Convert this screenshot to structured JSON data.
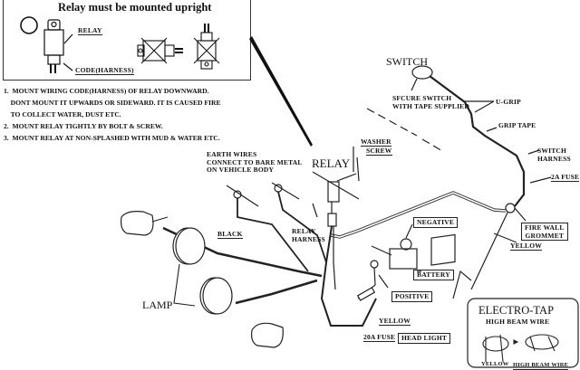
{
  "inset": {
    "title": "Relay must be mounted upright",
    "ok_symbol": "circle-ok-icon",
    "labels": {
      "relay": "RELAY",
      "code": "CODE(HARNESS)"
    }
  },
  "instructions": [
    {
      "num": "1.",
      "lines": [
        "MOUNT WIRING CODE(HARNESS) OF RELAY DOWNWARD.",
        "DONT MOUNT IT UPWARDS OR SIDEWARD. IT IS CAUSED FIRE",
        "TO COLLECT WATER, DUST ETC."
      ]
    },
    {
      "num": "2.",
      "lines": [
        "MOUNT RELAY TIGHTLY BY BOLT & SCREW."
      ]
    },
    {
      "num": "3.",
      "lines": [
        "MOUNT RELAY AT NON-SPLASHED WITH MUD & WATER ETC."
      ]
    }
  ],
  "diagram": {
    "switch": "SWITCH",
    "secure_switch": [
      "SFCURE SWITCH",
      "WITH TAPE SUPPLIED"
    ],
    "u_grip": "U-GRIP",
    "grip_tape": "GRIP TAPE",
    "switch_harness": [
      "SWITCH",
      "HARNESS"
    ],
    "fuse_2a": "2A FUSE",
    "fire_wall": [
      "FIRE WALL",
      "GROMMET"
    ],
    "yellow_right": "YELLOW",
    "washer": "WASHER",
    "screw": "SCREW",
    "relay": "RELAY",
    "earth_wires": [
      "EARTH WIRES",
      "CONNECT TO BARE METAL",
      "ON VEHICLE BODY"
    ],
    "black": "BLACK",
    "relay_harness": [
      "RELAY",
      "HARNESS"
    ],
    "negative": "NEGATIVE",
    "battery": "BATTERY",
    "positive": "POSITIVE",
    "yellow_bottom": "YELLOW",
    "fuse_20a": "20A FUSE",
    "head_light": "HEAD LIGHT",
    "lamp": "LAMP",
    "electro_tap": {
      "title": "ELECTRO-TAP",
      "subtitle": "HIGH BEAM WIRE",
      "yellow": "YELLOW",
      "high_beam": "HIGH BEAM WIRE"
    }
  }
}
